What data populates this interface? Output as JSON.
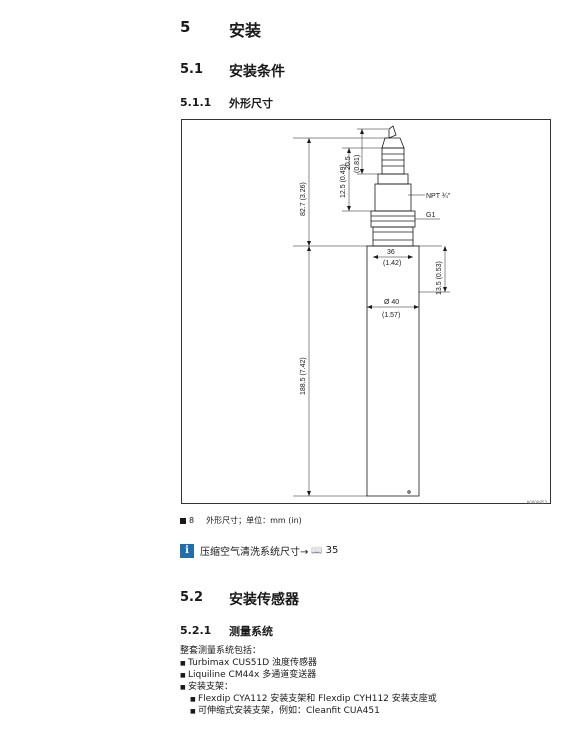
{
  "section": {
    "number": "5",
    "title": "安装"
  },
  "subsection_1": {
    "number": "5.1",
    "title": "安装条件"
  },
  "subsubsection_1": {
    "number": "5.1.1",
    "title": "外形尺寸"
  },
  "figure": {
    "dimensions": {
      "total_upper": "82.7 (3.26)",
      "head_height": "12.5 (0.49)",
      "tip_height": "20.5",
      "tip_height_in": "(0.81)",
      "thread_npt": "NPT ¾\"",
      "thread_g": "G1",
      "flange_width": "36",
      "flange_width_in": "(1.42)",
      "flange_height": "13.5 (0.53)",
      "body_diameter": "Ø 40",
      "body_diameter_in": "(1.57)",
      "body_length": "188.5 (7.42)"
    },
    "id": "A0000853",
    "caption_number": "8",
    "caption_text": "外形尺寸；单位：mm (in)"
  },
  "note": {
    "text": "压缩空气清洗系统尺寸→ ",
    "ref_icon": "book-icon",
    "ref_page": "35"
  },
  "subsection_2": {
    "number": "5.2",
    "title": "安装传感器"
  },
  "subsubsection_2": {
    "number": "5.2.1",
    "title": "测量系统"
  },
  "system": {
    "intro": "整套测量系统包括：",
    "items": [
      "Turbimax CUS51D 浊度传感器",
      "Liquiline CM44x 多通道变送器",
      "安装支架："
    ],
    "subitems": [
      "Flexdip CYA112 安装支架和 Flexdip CYH112 安装支座或",
      "可伸缩式安装支架，例如：Cleanfit CUA451"
    ]
  }
}
